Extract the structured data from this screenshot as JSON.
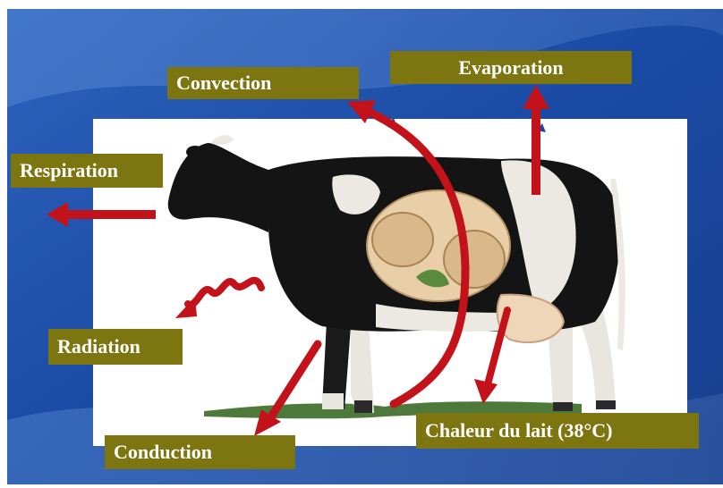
{
  "labels": {
    "convection": "Convection",
    "evaporation": "Evaporation",
    "respiration": "Respiration",
    "radiation": "Radiation",
    "conduction": "Conduction",
    "chaleur": "Chaleur du lait (38°C)"
  },
  "colors": {
    "label_background": "#7d7510",
    "label_text": "#ffffff",
    "arrow": "#c4121a",
    "background_blue": "#1f4fa6"
  }
}
